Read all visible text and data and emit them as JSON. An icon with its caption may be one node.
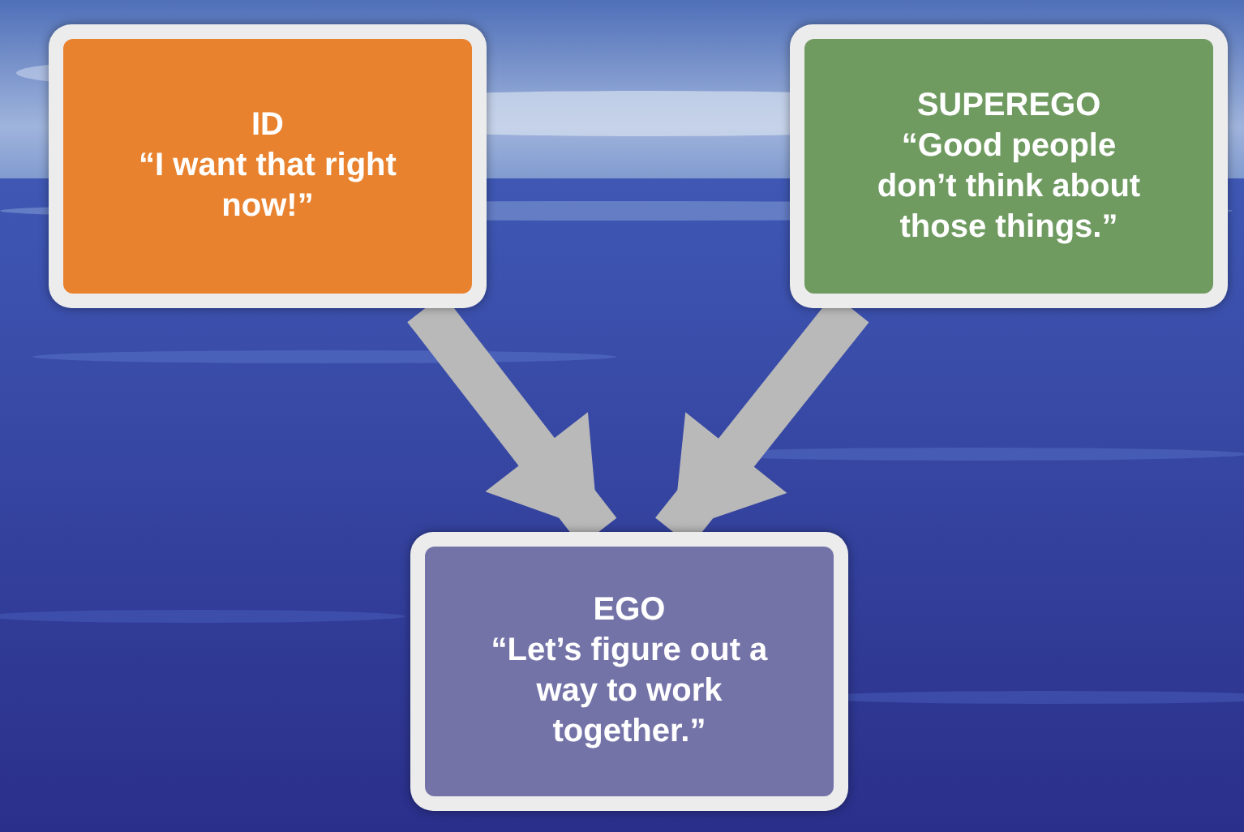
{
  "diagram": {
    "nodes": [
      {
        "text": [
          "ID",
          "“I want that right now!”"
        ]
      },
      {
        "text": [
          "SUPEREGO",
          "“Good people don’t think about those things.”"
        ]
      },
      {
        "text": [
          "EGO",
          "“Let’s figure out a way to work together.”"
        ]
      }
    ],
    "edges": [
      {
        "from": 0,
        "to": 2,
        "arrow": "to"
      },
      {
        "from": 1,
        "to": 2,
        "arrow": "to"
      }
    ]
  }
}
